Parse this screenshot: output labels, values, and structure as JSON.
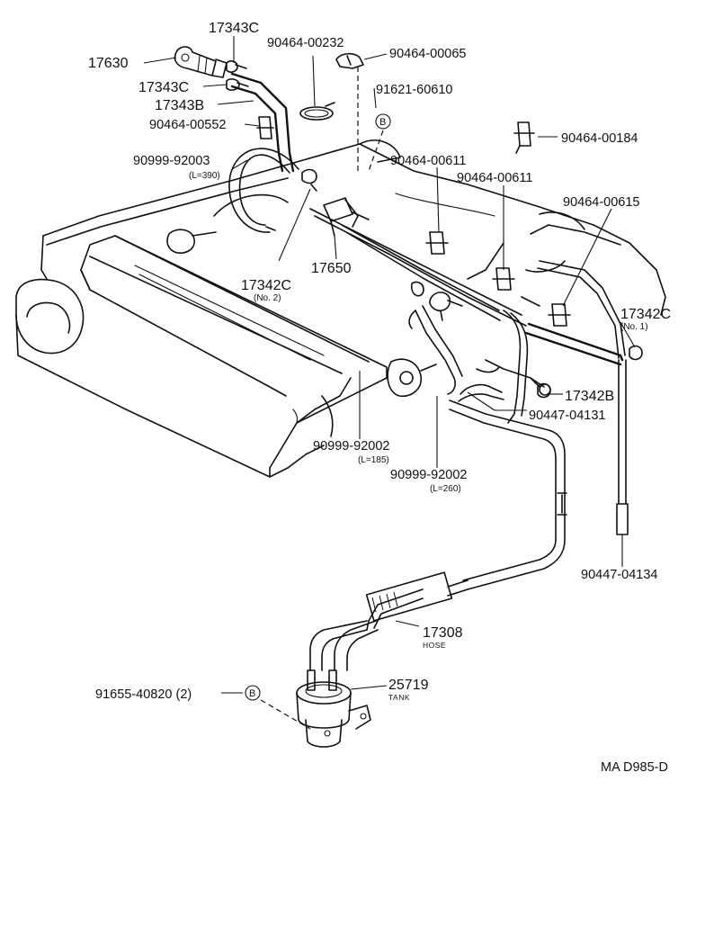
{
  "labels": {
    "p17343c_top": "17343C",
    "p17630": "17630",
    "p17343c_mid": "17343C",
    "p17343b": "17343B",
    "p90464_00552": "90464-00552",
    "p90999_92003": "90999-92003",
    "p90999_92003_len": "(L=390)",
    "p90464_00232": "90464-00232",
    "p90464_00065": "90464-00065",
    "p91621_60610": "91621-60610",
    "p90464_00184": "90464-00184",
    "p90464_00611a": "90464-00611",
    "p90464_00611b": "90464-00611",
    "p90464_00615": "90464-00615",
    "p17342c_no2": "17342C",
    "p17342c_no2_sub": "(No. 2)",
    "p17650": "17650",
    "p17342c_no1": "17342C",
    "p17342c_no1_sub": "(No. 1)",
    "p17342b": "17342B",
    "p90447_04131": "90447-04131",
    "p90999_92002a": "90999-92002",
    "p90999_92002a_len": "(L=185)",
    "p90999_92002b": "90999-92002",
    "p90999_92002b_len": "(L=260)",
    "p90447_04134": "90447-04134",
    "p17308": "17308",
    "p17308_sub": "HOSE",
    "p25719": "25719",
    "p25719_sub": "TANK",
    "p91655_40820": "91655-40820 (2)",
    "ref_b_top": "B",
    "ref_b_bottom": "B",
    "figure_code": "MA D985-D"
  }
}
